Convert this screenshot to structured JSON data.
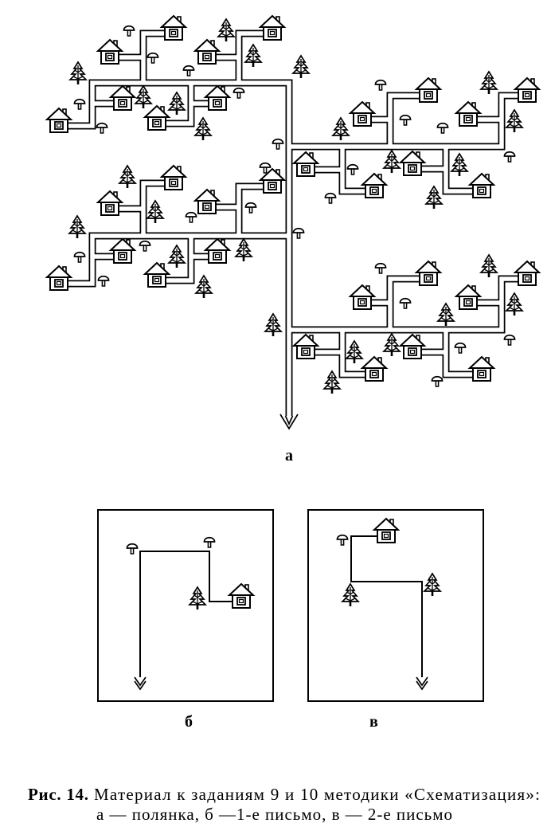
{
  "figure": {
    "panels": {
      "a": {
        "label": "а"
      },
      "b": {
        "label": "б"
      },
      "c": {
        "label": "в"
      }
    },
    "caption": {
      "number": "Рис. 14.",
      "title": "Материал к заданиям 9 и 10 методики «Схематизация»:",
      "legend": "а — полянка, б —1-е письмо, в — 2-е письмо"
    }
  },
  "icons": {
    "house": "house-icon",
    "tree": "tree-icon",
    "mushroom": "mushroom-icon",
    "arrow": "arrow-down-icon"
  },
  "colors": {
    "ink": "#000000",
    "paper": "#ffffff"
  }
}
